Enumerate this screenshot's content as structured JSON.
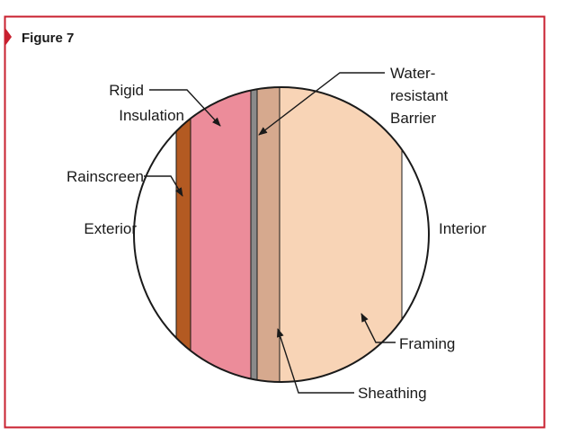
{
  "figure": {
    "label": "Figure 7"
  },
  "labels": {
    "rigid_insulation_line1": "Rigid",
    "rigid_insulation_line2": "Insulation",
    "rainscreen": "Rainscreen",
    "exterior": "Exterior",
    "interior": "Interior",
    "wrb_line1": "Water-",
    "wrb_line2": "resistant",
    "wrb_line3": "Barrier",
    "framing": "Framing",
    "sheathing": "Sheathing"
  },
  "colors": {
    "frame_border": "#c8202f",
    "rainscreen": "#b35a22",
    "rigid_insulation": "#ec8c9a",
    "water_resistant_barrier": "#8a8a8a",
    "sheathing": "#d6a98e",
    "framing": "#f8d4b6",
    "outline": "#1a1a1a"
  }
}
